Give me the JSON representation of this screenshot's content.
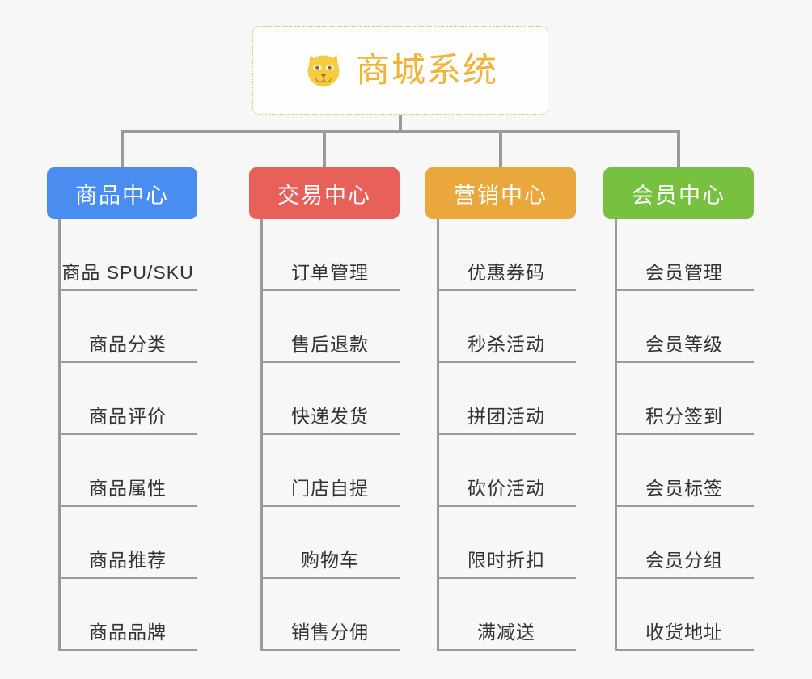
{
  "root": {
    "title": "商城系统",
    "icon": "shiba-dog-face-emoji",
    "border_color": "#e8b84b",
    "text_color": "#f0b333"
  },
  "connector_color": "#9a9a9a",
  "page_background": "#f7f7f7",
  "columns": [
    {
      "title": "商品中心",
      "color": "#4a8df0",
      "items": [
        "商品 SPU/SKU",
        "商品分类",
        "商品评价",
        "商品属性",
        "商品推荐",
        "商品品牌"
      ]
    },
    {
      "title": "交易中心",
      "color": "#e8605a",
      "items": [
        "订单管理",
        "售后退款",
        "快递发货",
        "门店自提",
        "购物车",
        "销售分佣"
      ]
    },
    {
      "title": "营销中心",
      "color": "#eaa83c",
      "items": [
        "优惠券码",
        "秒杀活动",
        "拼团活动",
        "砍价活动",
        "限时折扣",
        "满减送"
      ]
    },
    {
      "title": "会员中心",
      "color": "#78c03f",
      "items": [
        "会员管理",
        "会员等级",
        "积分签到",
        "会员标签",
        "会员分组",
        "收货地址"
      ]
    }
  ]
}
